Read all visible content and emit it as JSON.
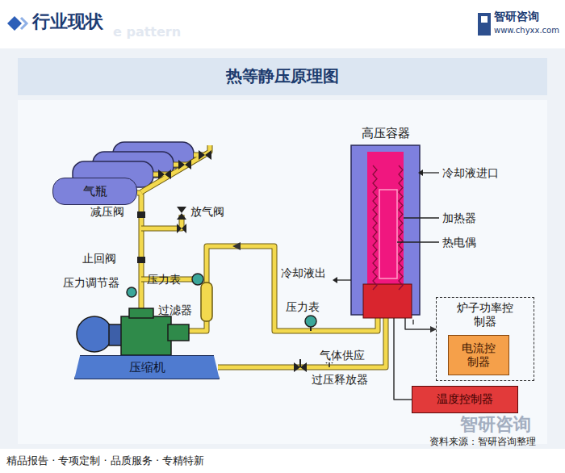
{
  "diagram": {
    "title": "热等静压原理图",
    "nodes": [
      {
        "text": [
          "气瓶"
        ]
      },
      {
        "text": [
          "压缩机"
        ]
      },
      {
        "text": [
          "高压容器"
        ]
      },
      {
        "text": [
          "炉子功率控制器"
        ]
      },
      {
        "text": [
          "电流控制器"
        ],
        "in": 3
      },
      {
        "text": [
          "温度控制器"
        ]
      }
    ],
    "edges": [
      {
        "from": 0,
        "to": 1,
        "arrow": "none"
      },
      {
        "from": 1,
        "to": 2,
        "label": "气体供应",
        "arrow": "none"
      },
      {
        "from": 2,
        "to": 3,
        "arrow": "to"
      },
      {
        "from": 2,
        "to": 5,
        "arrow": "none"
      }
    ],
    "labels": [
      "行业现状",
      "e pattern",
      "智研咨询",
      "www.chyxx.com",
      "减压阀",
      "放气阀",
      "止回阀",
      "压力调节器",
      "压力表",
      "过滤器",
      "冷却液出",
      "压力表",
      "过压释放器",
      "冷却液进口",
      "加热器",
      "热电偶",
      "精品报告 · 专项定制 · 品质服务 · 专精特新",
      "资料来源：智研咨询整理",
      "智研咨询"
    ]
  }
}
